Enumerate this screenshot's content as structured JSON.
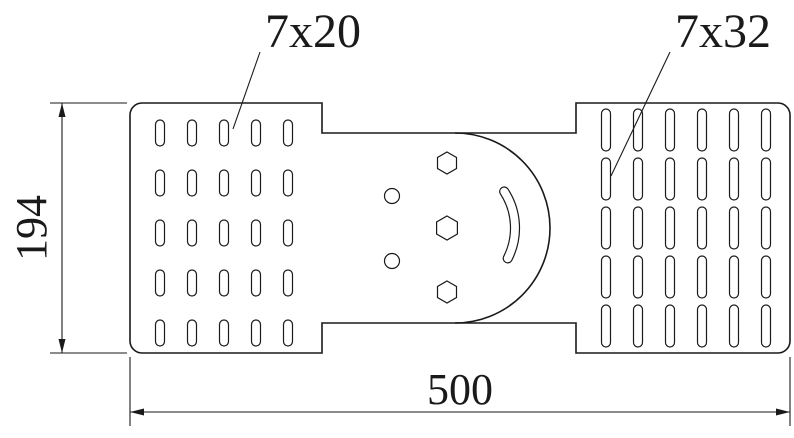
{
  "drawing": {
    "background": "#ffffff",
    "line_color": "#1a1a1a",
    "left_panel": {
      "slot_label": "7x20",
      "columns": 5,
      "rows": 5
    },
    "right_panel": {
      "slot_label": "7x32",
      "columns": 6,
      "rows": 5
    },
    "dimension_height": "194",
    "dimension_width": "500"
  }
}
